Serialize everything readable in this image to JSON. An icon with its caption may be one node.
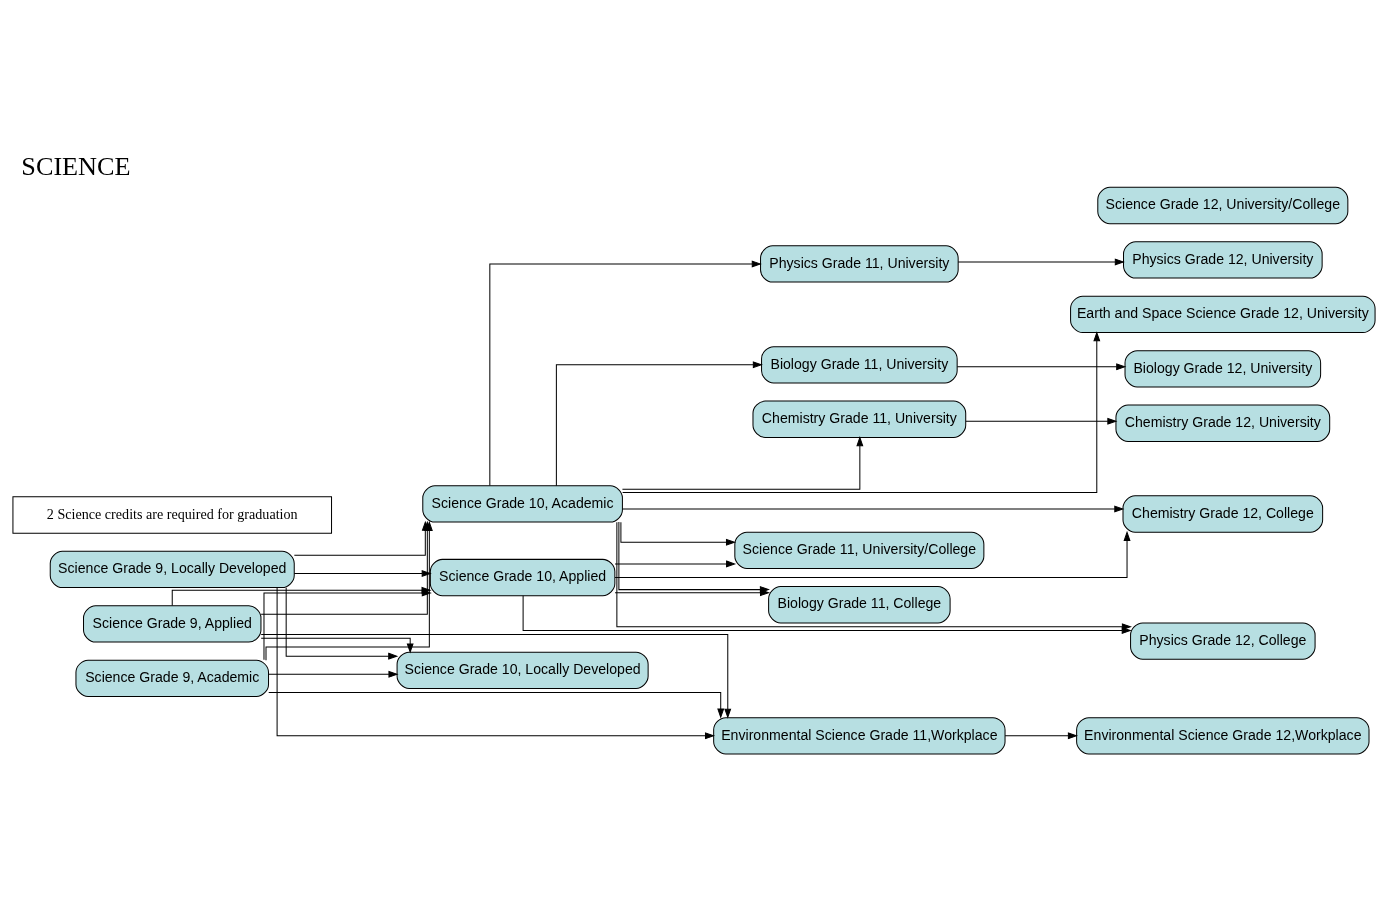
{
  "diagram": {
    "title": "SCIENCE",
    "nodes": [
      {
        "text": [
          "Science Grade 9, Academic"
        ]
      },
      {
        "text": [
          "Science Grade 9, Applied"
        ]
      },
      {
        "text": [
          "Science Grade 9, Locally Developed"
        ]
      },
      {
        "text": [
          "Science Grade 10, Academic"
        ]
      },
      {
        "text": [
          "Science Grade 10, Applied"
        ]
      },
      {
        "text": [
          "Science Grade 10, Locally Developed"
        ]
      },
      {
        "text": [
          "Earth and Space Science Grade 12, University"
        ]
      },
      {
        "text": [
          "Biology Grade 11, University"
        ]
      },
      {
        "text": [
          "Biology Grade 12, University"
        ]
      },
      {
        "text": [
          "Chemistry Grade 11, University"
        ]
      },
      {
        "text": [
          "Chemistry Grade 12, University"
        ]
      },
      {
        "text": [
          "Physics Grade 11, University"
        ]
      },
      {
        "text": [
          "Physics Grade 12, University"
        ]
      },
      {
        "text": [
          "Science Grade 11, University/College"
        ]
      },
      {
        "text": [
          "Science Grade 12, University/College"
        ]
      },
      {
        "text": [
          "Biology Grade 11, College"
        ]
      },
      {
        "text": [
          "Chemistry Grade 12, College"
        ]
      },
      {
        "text": [
          "Physics Grade 12, College"
        ]
      },
      {
        "text": [
          "Environmental Science Grade 11,Workplace"
        ]
      },
      {
        "text": [
          "Environmental Science Grade 12,Workplace"
        ]
      },
      {
        "text": [
          "2 Science credits are required for graduation"
        ]
      }
    ],
    "edges": [
      {
        "from": 0,
        "to": 3,
        "arrow": "to"
      },
      {
        "from": 0,
        "to": 4,
        "arrow": "to"
      },
      {
        "from": 0,
        "to": 5,
        "arrow": "to"
      },
      {
        "from": 0,
        "to": 18,
        "arrow": "to"
      },
      {
        "from": 1,
        "to": 3,
        "arrow": "to"
      },
      {
        "from": 1,
        "to": 4,
        "arrow": "to"
      },
      {
        "from": 1,
        "to": 5,
        "arrow": "to"
      },
      {
        "from": 1,
        "to": 18,
        "arrow": "to"
      },
      {
        "from": 2,
        "to": 3,
        "arrow": "to"
      },
      {
        "from": 2,
        "to": 4,
        "arrow": "to"
      },
      {
        "from": 2,
        "to": 5,
        "arrow": "to"
      },
      {
        "from": 2,
        "to": 18,
        "arrow": "to"
      },
      {
        "from": 3,
        "to": 6,
        "arrow": "to"
      },
      {
        "from": 3,
        "to": 7,
        "arrow": "to"
      },
      {
        "from": 3,
        "to": 9,
        "arrow": "to"
      },
      {
        "from": 3,
        "to": 11,
        "arrow": "to"
      },
      {
        "from": 3,
        "to": 13,
        "arrow": "to"
      },
      {
        "from": 3,
        "to": 15,
        "arrow": "to"
      },
      {
        "from": 3,
        "to": 16,
        "arrow": "to"
      },
      {
        "from": 3,
        "to": 17,
        "arrow": "to"
      },
      {
        "from": 4,
        "to": 13,
        "arrow": "to"
      },
      {
        "from": 4,
        "to": 15,
        "arrow": "to"
      },
      {
        "from": 4,
        "to": 16,
        "arrow": "to"
      },
      {
        "from": 4,
        "to": 17,
        "arrow": "to"
      },
      {
        "from": 7,
        "to": 8,
        "arrow": "to"
      },
      {
        "from": 9,
        "to": 10,
        "arrow": "to"
      },
      {
        "from": 11,
        "to": 12,
        "arrow": "to"
      },
      {
        "from": 18,
        "to": 19,
        "arrow": "to"
      }
    ]
  }
}
